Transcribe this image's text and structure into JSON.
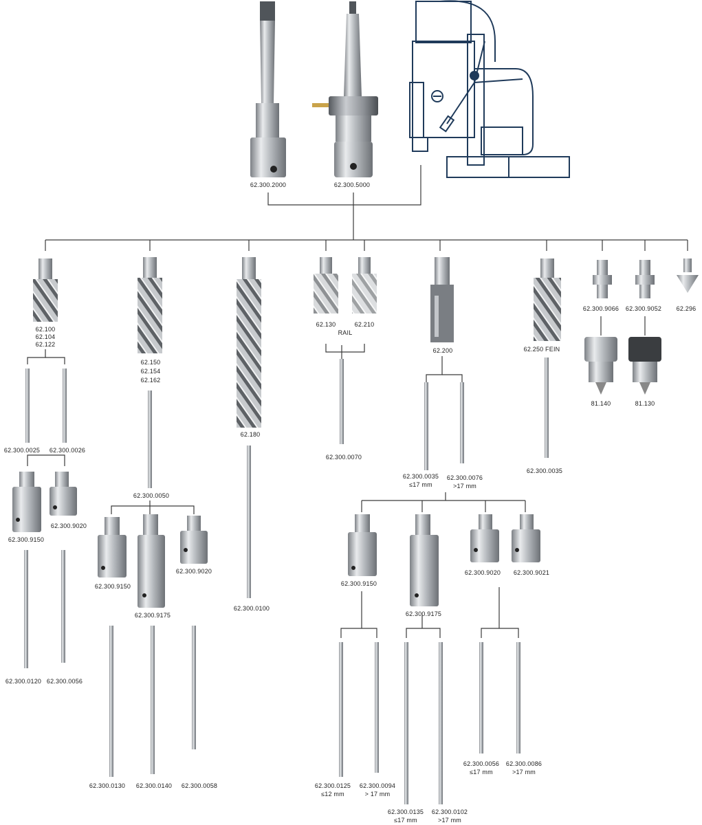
{
  "adapters": {
    "mt2": "62.300.2000",
    "weldon": "62.300.5000"
  },
  "cutters": {
    "c1": [
      "62.100",
      "62.104",
      "62.122"
    ],
    "c2": [
      "62.150",
      "62.154",
      "62.162"
    ],
    "c3": "62.180",
    "c4a": "62.130",
    "c4b": "62.210",
    "rail": "RAIL",
    "c5": "62.200",
    "c6": "62.250 FEIN",
    "c7": "62.300.9066",
    "c8": "62.300.9052",
    "c9": "62.296",
    "chuck1": "81.140",
    "chuck2": "81.130"
  },
  "pins": {
    "p_0025": "62.300.0025",
    "p_0026": "62.300.0026",
    "p_0050": "62.300.0050",
    "p_0100": "62.300.0100",
    "p_0070": "62.300.0070",
    "p_0035": "62.300.0035",
    "p_0035_note": "≤17 mm",
    "p_0076": "62.300.0076",
    "p_0076_note": ">17 mm",
    "p_0035b": "62.300.0035",
    "p_0120": "62.300.0120",
    "p_0056a": "62.300.0056",
    "p_0130": "62.300.0130",
    "p_0140": "62.300.0140",
    "p_0058": "62.300.0058",
    "p_0125": "62.300.0125",
    "p_0125_note": "≤12 mm",
    "p_0094": "62.300.0094",
    "p_0094_note": "> 17 mm",
    "p_0135": "62.300.0135",
    "p_0135_note": "≤17 mm",
    "p_0102": "62.300.0102",
    "p_0102_note": ">17 mm",
    "p_0056b": "62.300.0056",
    "p_0056b_note": "≤17 mm",
    "p_0086": "62.300.0086",
    "p_0086_note": ">17 mm"
  },
  "extensions": {
    "e_9150a": "62.300.9150",
    "e_9020a": "62.300.9020",
    "e_9150b": "62.300.9150",
    "e_9175a": "62.300.9175",
    "e_9020b": "62.300.9020",
    "e_9150c": "62.300.9150",
    "e_9175b": "62.300.9175",
    "e_9020c": "62.300.9020",
    "e_9021": "62.300.9021"
  },
  "colors": {
    "line": "#3a3a3a",
    "metal_dark": "#8a8d91",
    "metal_light": "#e6e8ea",
    "machine": "#1f3a5a"
  }
}
